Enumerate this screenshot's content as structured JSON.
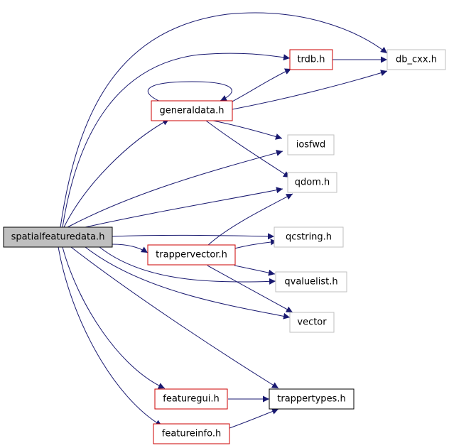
{
  "colors": {
    "edge": "#191970",
    "border_red": "#cc0000",
    "border_gray": "#bfbfbf",
    "border_black": "#000000",
    "root_fill": "#bfbfbf"
  },
  "nodes": {
    "spatialfeaturedata": "spatialfeaturedata.h",
    "db_cxx": "db_cxx.h",
    "trdb": "trdb.h",
    "generaldata": "generaldata.h",
    "iosfwd": "iosfwd",
    "qdom": "qdom.h",
    "qcstring": "qcstring.h",
    "trappervector": "trappervector.h",
    "qvaluelist": "qvaluelist.h",
    "vector": "vector",
    "featuregui": "featuregui.h",
    "trappertypes": "trappertypes.h",
    "featureinfo": "featureinfo.h"
  },
  "edges": [
    [
      "spatialfeaturedata",
      "db_cxx"
    ],
    [
      "spatialfeaturedata",
      "trdb"
    ],
    [
      "spatialfeaturedata",
      "generaldata"
    ],
    [
      "spatialfeaturedata",
      "iosfwd"
    ],
    [
      "spatialfeaturedata",
      "qdom"
    ],
    [
      "spatialfeaturedata",
      "qcstring"
    ],
    [
      "spatialfeaturedata",
      "trappervector"
    ],
    [
      "spatialfeaturedata",
      "qvaluelist"
    ],
    [
      "spatialfeaturedata",
      "vector"
    ],
    [
      "spatialfeaturedata",
      "featuregui"
    ],
    [
      "spatialfeaturedata",
      "trappertypes"
    ],
    [
      "spatialfeaturedata",
      "featureinfo"
    ],
    [
      "trdb",
      "db_cxx"
    ],
    [
      "generaldata",
      "trdb"
    ],
    [
      "generaldata",
      "db_cxx"
    ],
    [
      "generaldata",
      "generaldata"
    ],
    [
      "generaldata",
      "iosfwd"
    ],
    [
      "generaldata",
      "qdom"
    ],
    [
      "trappervector",
      "qdom"
    ],
    [
      "trappervector",
      "qcstring"
    ],
    [
      "trappervector",
      "qvaluelist"
    ],
    [
      "trappervector",
      "vector"
    ],
    [
      "featuregui",
      "trappertypes"
    ],
    [
      "featureinfo",
      "trappertypes"
    ]
  ]
}
